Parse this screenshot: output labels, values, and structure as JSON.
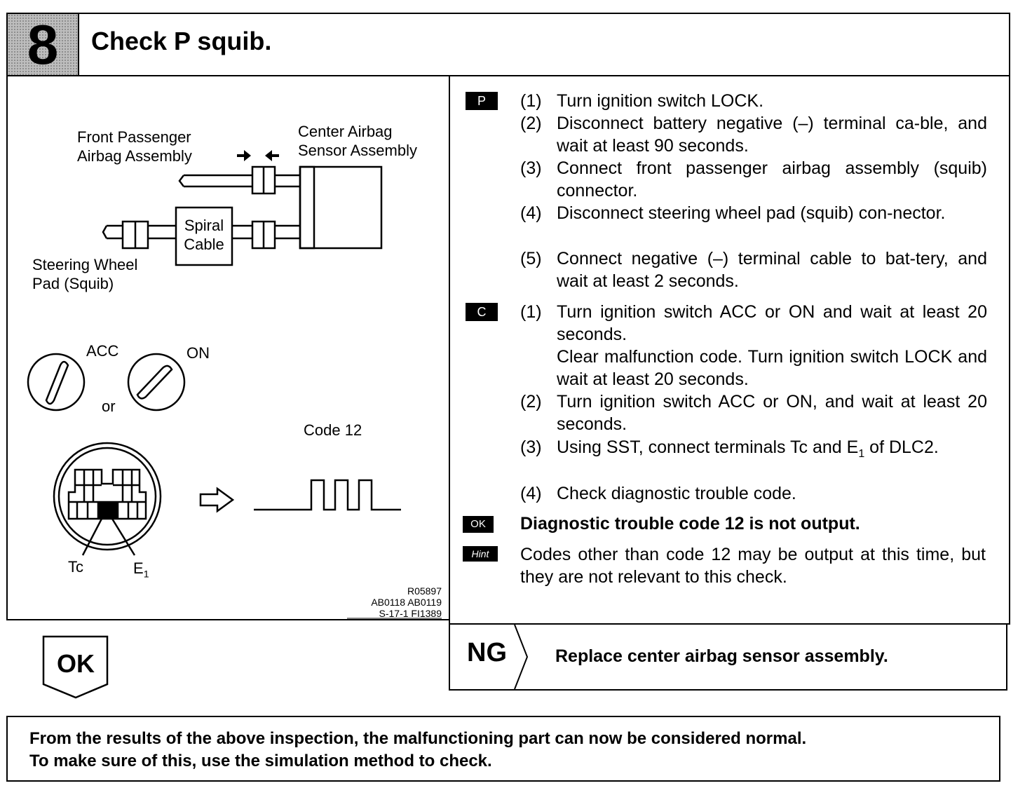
{
  "header": {
    "step_number": "8",
    "title": "Check P squib."
  },
  "diagram": {
    "front_passenger": [
      "Front Passenger",
      "Airbag Assembly"
    ],
    "center_sensor": [
      "Center Airbag",
      "Sensor Assembly"
    ],
    "spiral": [
      "Spiral",
      "Cable"
    ],
    "steering": [
      "Steering Wheel",
      "Pad (Squib)"
    ],
    "acc": "ACC",
    "on": "ON",
    "or": "or",
    "code": "Code 12",
    "tc": "Tc",
    "e1": "E",
    "e1_sub": "1",
    "refs": [
      "R05897",
      "AB0118 AB0119",
      "S-17-1 FI1389"
    ]
  },
  "instructions": {
    "p_tag": "P",
    "p_steps": [
      {
        "n": "(1)",
        "t": "Turn ignition switch LOCK."
      },
      {
        "n": "(2)",
        "t": "Disconnect battery negative (–) terminal ca-ble, and wait at least 90 seconds."
      },
      {
        "n": "(3)",
        "t": "Connect front passenger airbag assembly (squib) connector."
      },
      {
        "n": "(4)",
        "t": "Disconnect steering wheel pad (squib) con-nector."
      },
      {
        "n": "(5)",
        "t": "Connect negative (–) terminal cable to bat-tery, and wait at least 2 seconds."
      }
    ],
    "c_tag": "C",
    "c_steps": [
      {
        "n": "(1)",
        "t": "Turn ignition switch ACC or ON and wait at least 20 seconds.",
        "t2": "Clear malfunction code. Turn ignition switch LOCK and wait at least 20 seconds."
      },
      {
        "n": "(2)",
        "t": "Turn ignition switch ACC or ON, and wait at least 20 seconds."
      },
      {
        "n": "(3)",
        "t": "Using SST, connect terminals Tc and E",
        "sub": "1",
        "t_after": " of DLC2."
      },
      {
        "n": "(4)",
        "t": "Check diagnostic trouble code."
      }
    ],
    "ok_tag": "OK",
    "ok_text": "Diagnostic trouble code 12 is not output.",
    "hint_tag": "Hint",
    "hint_text": "Codes other than code 12 may be output at this time, but they are not relevant to this check."
  },
  "ok_label": "OK",
  "ng": {
    "label": "NG",
    "text": "Replace center airbag sensor assembly."
  },
  "footer": [
    "From the results of the above inspection, the malfunctioning part can now be considered normal.",
    "To make sure of this, use the simulation method to check."
  ]
}
